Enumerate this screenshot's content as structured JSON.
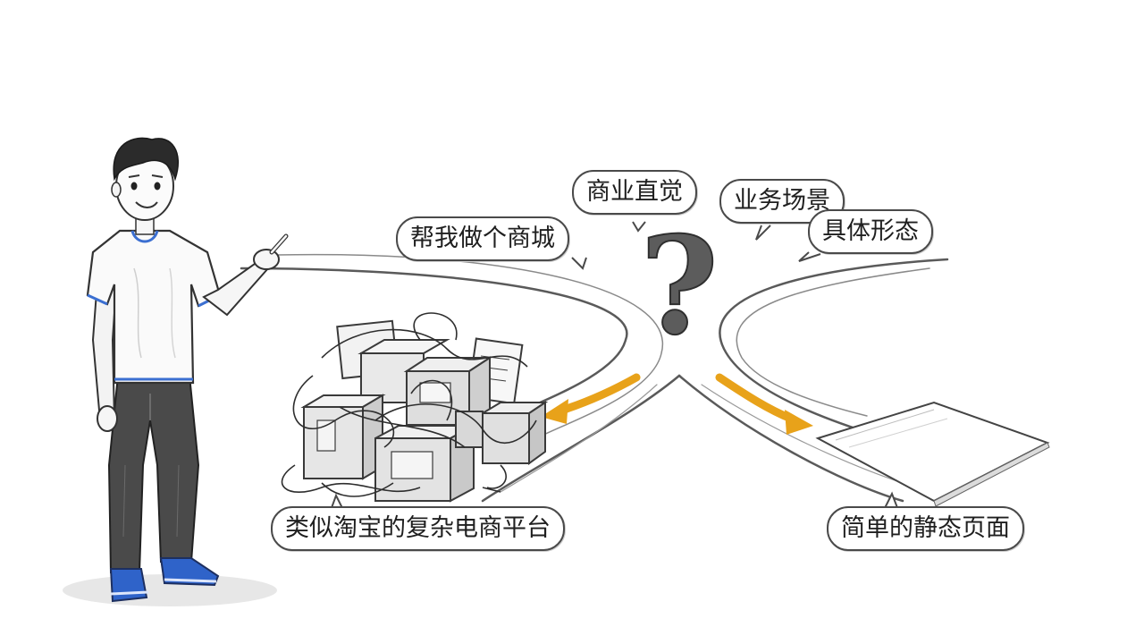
{
  "scene": {
    "accent_color": "#e8a21a",
    "ink_color": "#3a3a3a",
    "shirt_trim_color": "#3b6fd1",
    "shoe_color": "#2f63c9",
    "center_icon": "question-mark-icon"
  },
  "bubbles": {
    "request": "帮我做个商城",
    "business_intuition": "商业直觉",
    "business_scenario": "业务场景",
    "concrete_form": "具体形态"
  },
  "outcomes": {
    "complex": "类似淘宝的复杂电商平台",
    "simple": "简单的静态页面"
  },
  "icons": {
    "question": "?"
  }
}
